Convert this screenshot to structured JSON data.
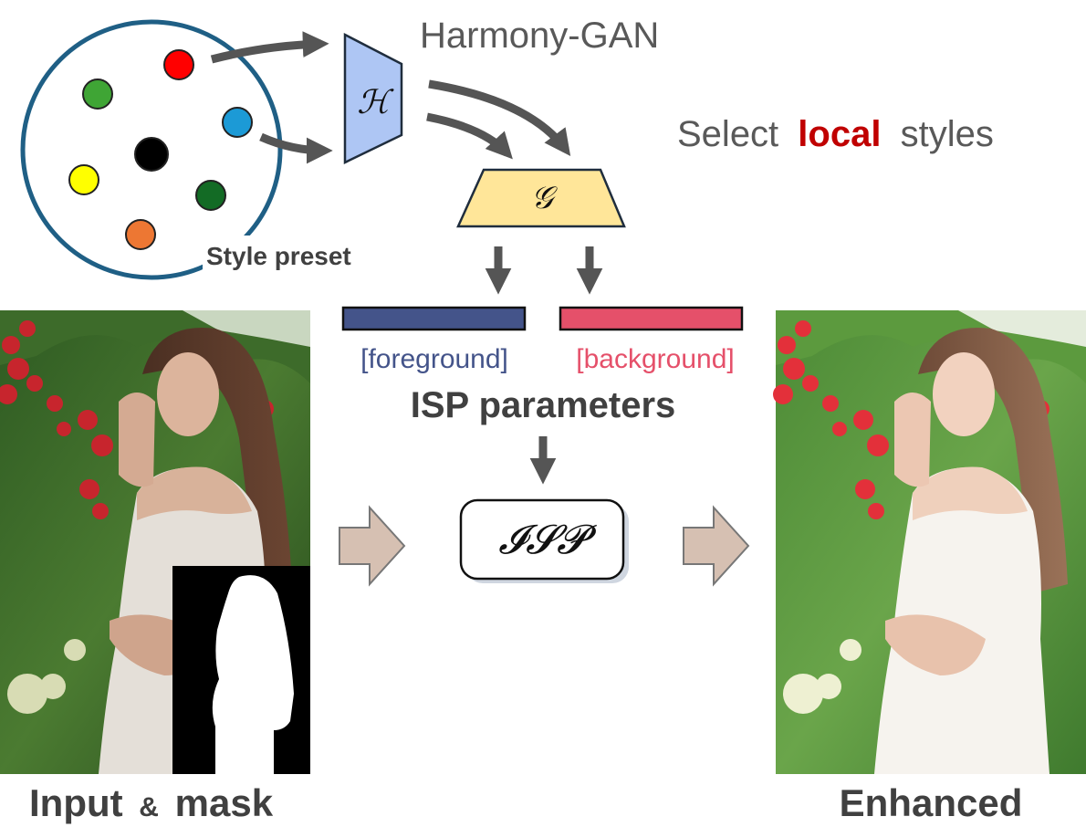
{
  "title": "Harmony-GAN",
  "select_text": {
    "prefix": "Select",
    "highlight": "local",
    "suffix": "styles"
  },
  "style_preset": {
    "label": "Style preset",
    "dots": [
      {
        "name": "red-dot",
        "color": "#ff0000"
      },
      {
        "name": "green-dot",
        "color": "#3fa535"
      },
      {
        "name": "blue-dot",
        "color": "#1c9ad6"
      },
      {
        "name": "black-dot",
        "color": "#000000"
      },
      {
        "name": "yellow-dot",
        "color": "#ffff00"
      },
      {
        "name": "dark-green-dot",
        "color": "#136b25"
      },
      {
        "name": "orange-dot",
        "color": "#ed7733"
      }
    ],
    "ring_color": "#1f5f85"
  },
  "modules": {
    "h_symbol": "ℋ",
    "g_symbol": "𝒢",
    "isp_symbol": "𝓘𝓢𝓟"
  },
  "param_bars": {
    "foreground": {
      "label": "[foreground]",
      "color": "#44548a"
    },
    "background": {
      "label": "[background]",
      "color": "#e5506a"
    }
  },
  "isp_parameters_label": "ISP parameters",
  "captions": {
    "input": {
      "main_a": "Input",
      "amp": "&",
      "main_b": "mask"
    },
    "enhanced": "Enhanced"
  },
  "colors": {
    "h_fill": "#aec6f4",
    "g_fill": "#ffe699",
    "arrow": "#555555",
    "block_arrow": "#d6c0b2",
    "title_text": "#595959",
    "highlight": "#c00000"
  }
}
